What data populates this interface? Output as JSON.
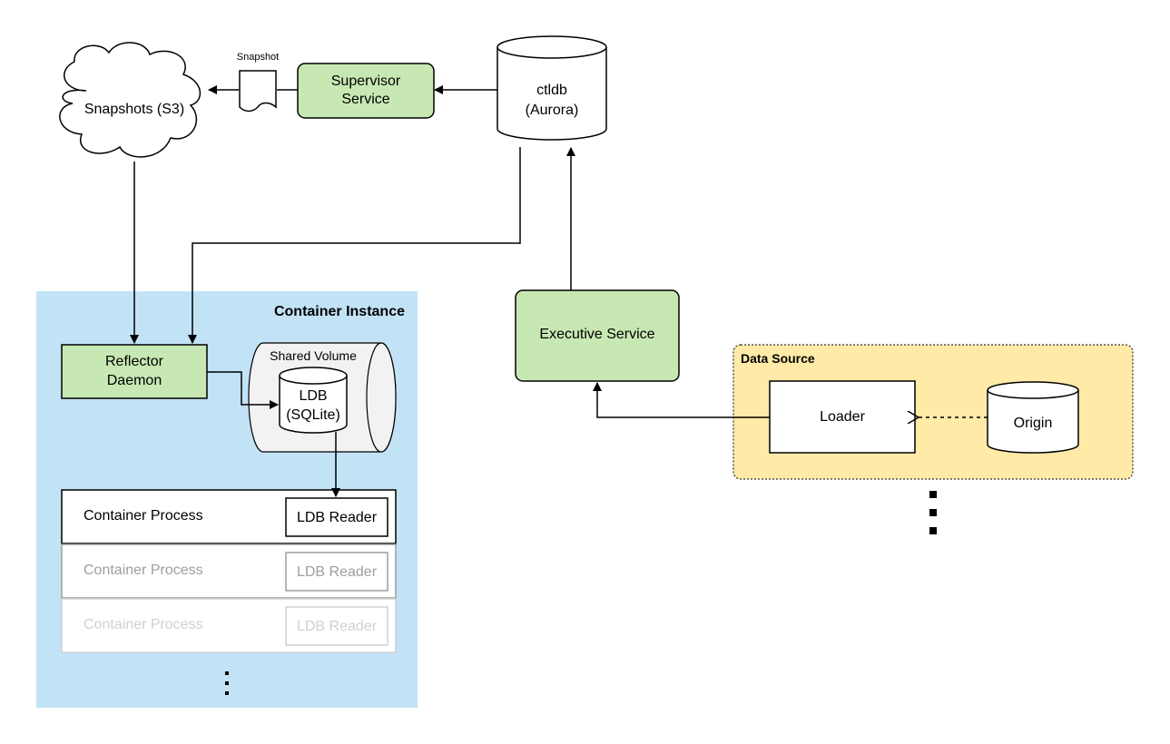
{
  "nodes": {
    "snapshots": "Snapshots (S3)",
    "snapshot_doc": "Snapshot",
    "supervisor": [
      "Supervisor",
      "Service"
    ],
    "ctldb": [
      "ctldb",
      "(Aurora)"
    ],
    "container_instance": "Container Instance",
    "reflector": [
      "Reflector",
      "Daemon"
    ],
    "shared_volume": "Shared Volume",
    "ldb": [
      "LDB",
      "(SQLite)"
    ],
    "executive": "Executive Service",
    "data_source": "Data Source",
    "loader": "Loader",
    "origin": "Origin",
    "container_process": "Container Process",
    "ldb_reader": "LDB Reader"
  },
  "colors": {
    "service_fill": "#c7e8b3",
    "container_fill": "#c2e3f6",
    "data_source_fill": "#ffeaa7",
    "volume_fill": "#f2f2f2",
    "faded_1": "#9e9e9e",
    "faded_2": "#d0d0d0"
  }
}
